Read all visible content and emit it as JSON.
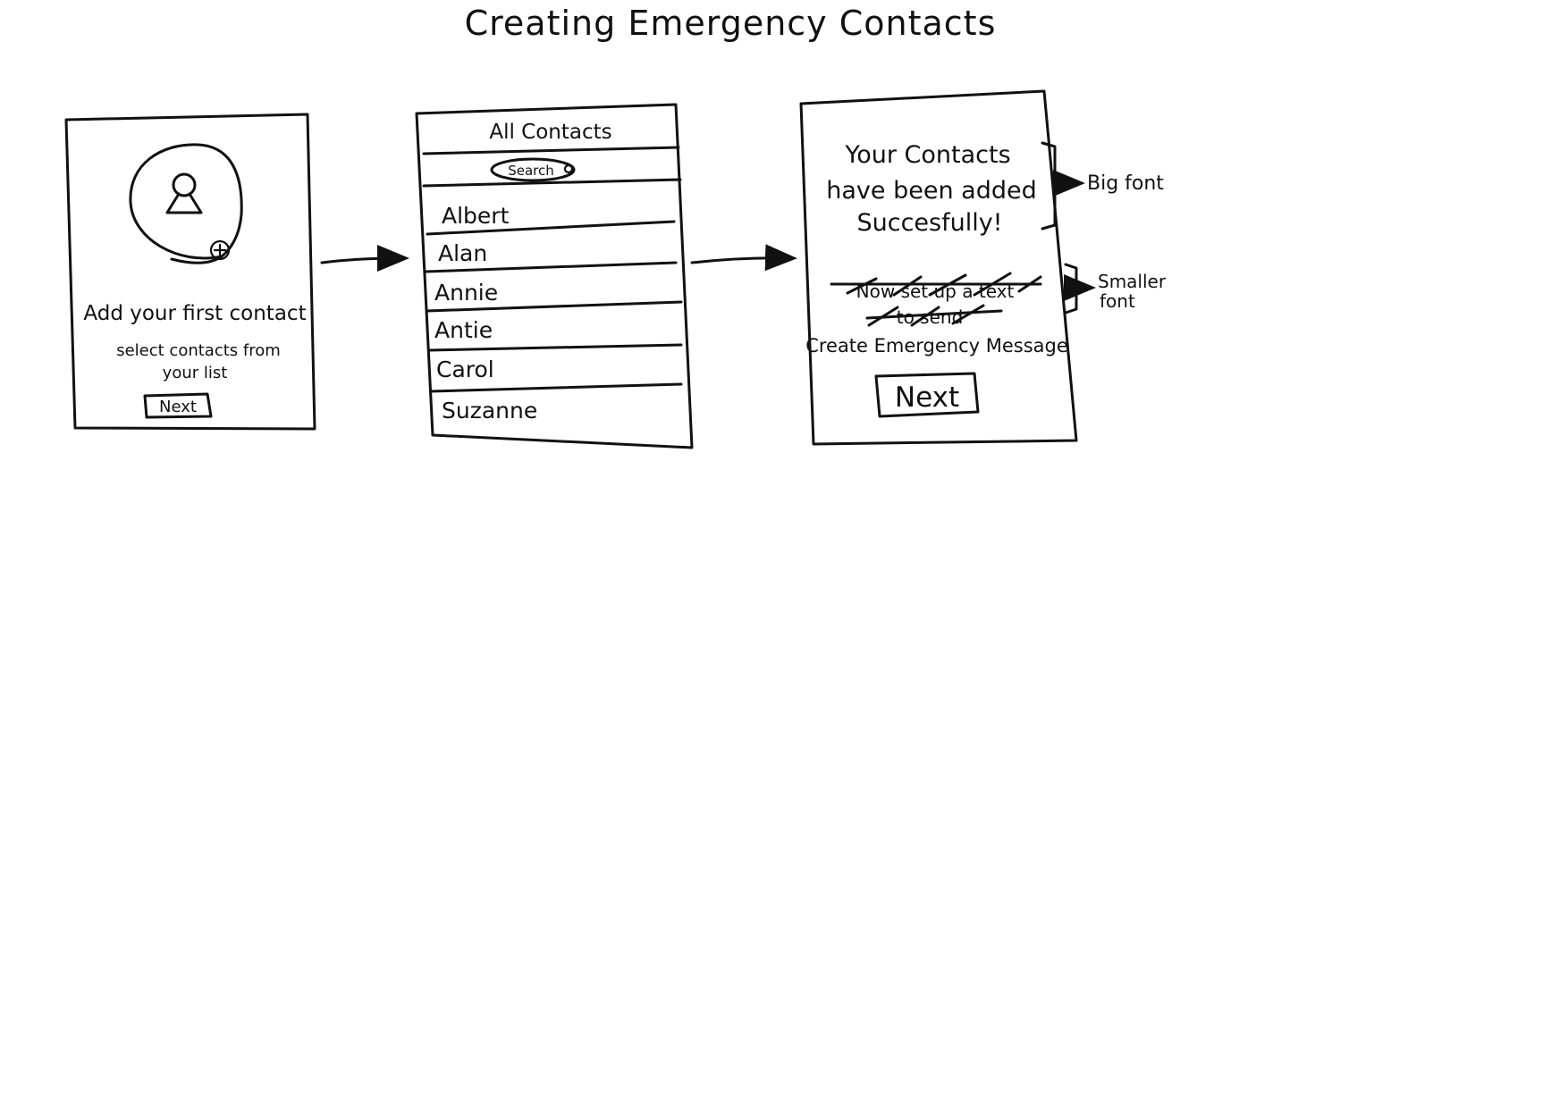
{
  "title": "Creating Emergency Contacts",
  "screen1": {
    "heading": "Add your first contact",
    "subtext_line1": "select contacts from",
    "subtext_line2": "your list",
    "next_label": "Next",
    "avatar_icon": "person-add-icon"
  },
  "screen2": {
    "heading": "All Contacts",
    "search_label": "Search",
    "contacts": [
      "Albert",
      "Alan",
      "Annie",
      "Antie",
      "Carol",
      "Suzanne"
    ]
  },
  "screen3": {
    "message_line1": "Your Contacts",
    "message_line2": "have been added",
    "message_line3": "Succesfully!",
    "struck_line1": "Now set up a text",
    "struck_line2": "to send",
    "create_message": "Create Emergency Message",
    "next_label": "Next"
  },
  "annotations": {
    "big_font": "Big font",
    "smaller_font_line1": "Smaller",
    "smaller_font_line2": "font"
  }
}
